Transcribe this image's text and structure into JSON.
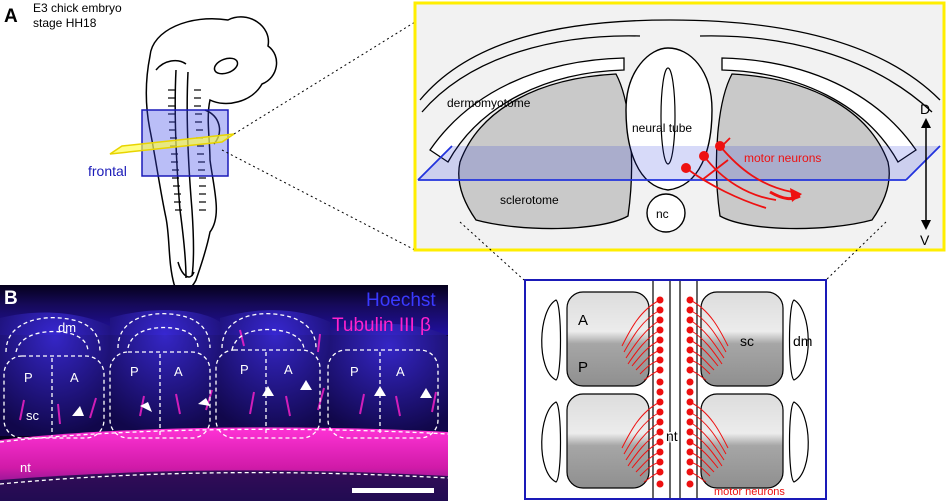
{
  "panel_a": {
    "letter": "A",
    "caption_line1": "E3 chick embryo",
    "caption_line2": "stage HH18",
    "plane_label": "frontal",
    "labels": {
      "dermomyotome": "dermomyotome",
      "neural_tube": "neural tube",
      "motor_neurons": "motor neurons",
      "sclerotome": "sclerotome",
      "notochord": "nc",
      "dorsal": "D",
      "ventral": "V"
    }
  },
  "panel_b": {
    "letter": "B",
    "stain_1": "Hoechst",
    "stain_2": "Tubulin III β",
    "dm": "dm",
    "sc": "sc",
    "nt": "nt",
    "anterior": "A",
    "posterior": "P"
  },
  "schematic": {
    "anterior": "A",
    "posterior": "P",
    "sc": "sc",
    "dm": "dm",
    "nt": "nt",
    "motor_neurons": "motor neurons"
  },
  "colors": {
    "frame_yellow": "#ffee00",
    "frame_blue": "#1a1ab8",
    "neuron_red": "#ee1111",
    "plane_blue": "#2233dd",
    "hoechst_blue": "#2a2aff",
    "tubulin_magenta": "#ff22cc",
    "tissue_gray": "#c9c9c9"
  }
}
